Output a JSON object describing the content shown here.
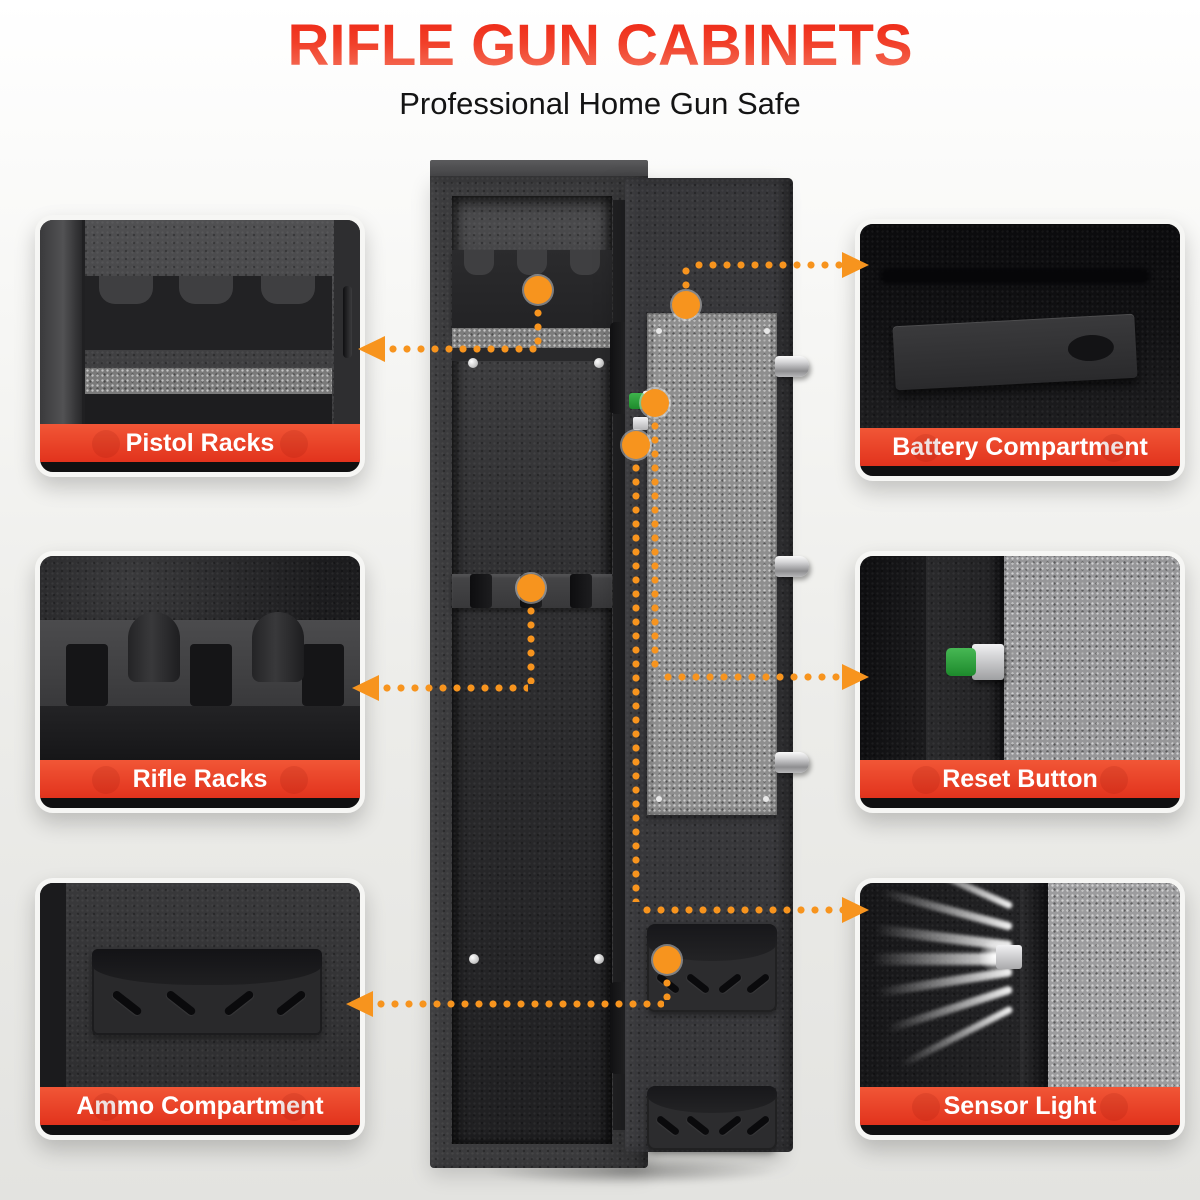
{
  "header": {
    "title": "RIFLE GUN CABINETS",
    "subtitle": "Professional Home Gun Safe"
  },
  "features": {
    "left": [
      {
        "label": "Pistol Racks"
      },
      {
        "label": "Rifle Racks"
      },
      {
        "label": "Ammo Compartment"
      }
    ],
    "right": [
      {
        "label": "Battery Compartment"
      },
      {
        "label": "Reset Button"
      },
      {
        "label": "Sensor Light"
      }
    ]
  },
  "colors": {
    "accent_orange": "#F7941E",
    "banner_red_top": "#F15636",
    "banner_red_bottom": "#E2331D",
    "title_red_top": "#EE2614",
    "title_red_bottom": "#F5765F",
    "label_text": "#FFFFFF"
  }
}
